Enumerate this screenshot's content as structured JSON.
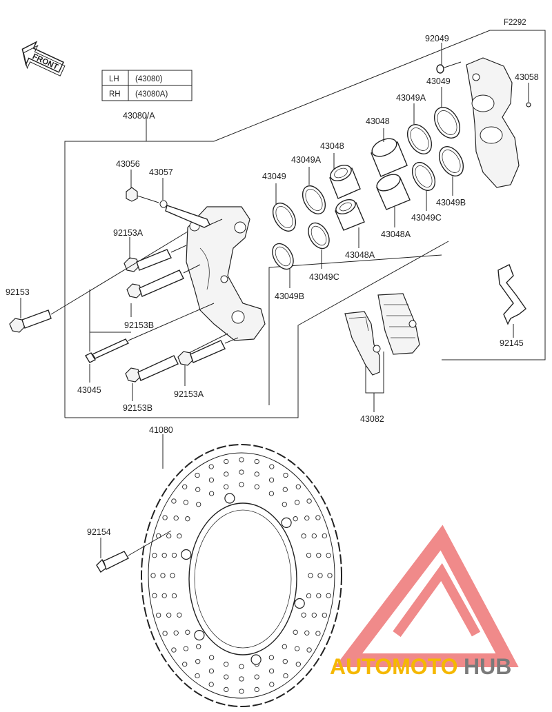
{
  "figure_code": "F2292",
  "front_label": "FRONT",
  "variant_table": [
    {
      "side": "LH",
      "code": "(43080)"
    },
    {
      "side": "RH",
      "code": "(43080A)"
    }
  ],
  "labels": {
    "caliper_assy": "43080/A",
    "p43056": "43056",
    "p43057": "43057",
    "p92153a_top": "92153A",
    "p92153": "92153",
    "p92153b_mid": "92153B",
    "p43045": "43045",
    "p92153b_bot": "92153B",
    "p92153a_bot": "92153A",
    "p43049_l": "43049",
    "p43049a_l": "43049A",
    "p43048_l": "43048",
    "p43049b_l": "43049B",
    "p43049c_l": "43049C",
    "p43048a_l": "43048A",
    "p92049": "92049",
    "p43049_r": "43049",
    "p43049a_r": "43049A",
    "p43048_r": "43048",
    "p43058": "43058",
    "p43049b_r": "43049B",
    "p43049c_r": "43049C",
    "p43048a_r": "43048A",
    "p92145": "92145",
    "p43082": "43082",
    "p41080": "41080",
    "p92154": "92154"
  },
  "watermark": {
    "text_a": "AUTOMOTO",
    "text_b": "HUB",
    "color_a": "#f5b800",
    "color_b": "#7a7a7a",
    "logo_color": "#f08a8a"
  }
}
